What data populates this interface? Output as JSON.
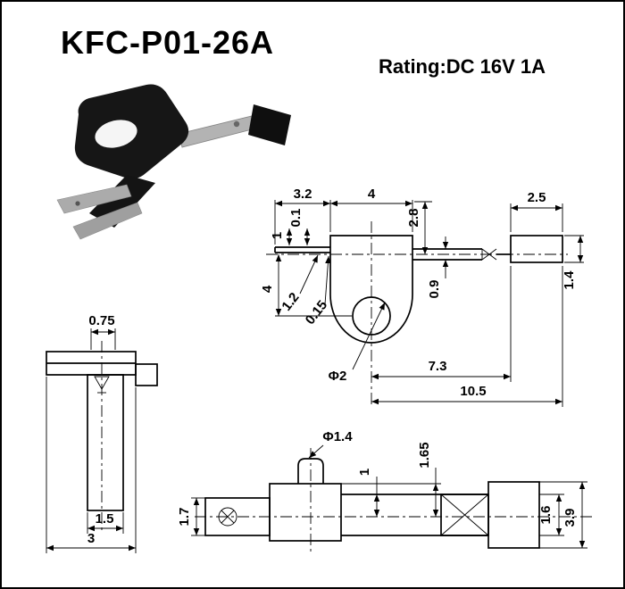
{
  "header": {
    "title": "KFC-P01-26A",
    "rating": "Rating:DC 16V 1A"
  },
  "front_view": {
    "dim_3_2": "3.2",
    "dim_4_top": "4",
    "dim_0_1": "0.1",
    "dim_1": "1",
    "dim_2_8": "2.8",
    "dim_2_5": "2.5",
    "dim_1_4": "1.4",
    "dim_1_2": "1.2",
    "dim_0_15": "0.15",
    "dim_4_left": "4",
    "dim_0_9": "0.9",
    "dim_phi_2": "Φ2",
    "dim_7_3": "7.3",
    "dim_10_5": "10.5"
  },
  "side_view": {
    "dim_0_75": "0.75",
    "dim_1_5": "1.5",
    "dim_3": "3"
  },
  "bottom_view": {
    "dim_phi_1_4": "Φ1.4",
    "dim_1": "1",
    "dim_1_65": "1.65",
    "dim_1_7": "1.7",
    "dim_1_6": "1.6",
    "dim_3_9": "3.9"
  }
}
